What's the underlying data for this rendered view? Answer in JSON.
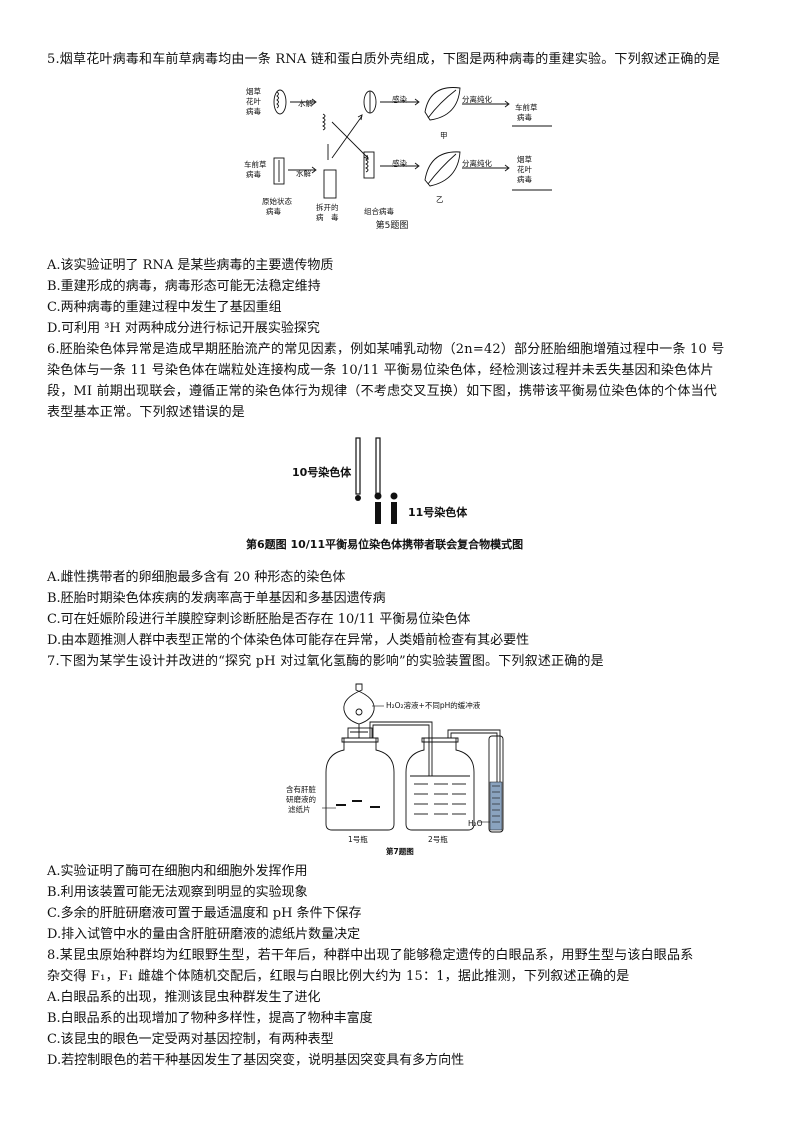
{
  "q5": {
    "stem": "5.烟草花叶病毒和车前草病毒均由一条 RNA 链和蛋白质外壳组成，下图是两种病毒的重建实验。下列叙述正确的是",
    "figure": {
      "tmv_label": [
        "烟草",
        "花叶",
        "病毒"
      ],
      "hrv_label": [
        "车前草",
        "病毒"
      ],
      "hydrolysis1": "水解",
      "hydrolysis2": "水解",
      "infect1": "感染",
      "infect2": "感染",
      "purify1": "分离纯化",
      "purify2": "分离纯化",
      "result1": [
        "车前草",
        "病毒"
      ],
      "result2": [
        "烟草",
        "花叶",
        "病毒"
      ],
      "jia": "甲",
      "yi": "乙",
      "original": [
        "原始状态",
        "病毒"
      ],
      "split": [
        "拆开的",
        "病　毒"
      ],
      "combined": "组合病毒",
      "caption": "第5题图"
    },
    "options": [
      "A.该实验证明了 RNA 是某些病毒的主要遗传物质",
      "B.重建形成的病毒，病毒形态可能无法稳定维持",
      "C.两种病毒的重建过程中发生了基因重组",
      "D.可利用 ³H 对两种成分进行标记开展实验探究"
    ]
  },
  "q6": {
    "stem_lines": [
      "6.胚胎染色体异常是造成早期胚胎流产的常见因素，例如某哺乳动物（2n=42）部分胚胎细胞增殖过程中一条 10 号",
      "染色体与一条 11 号染色体在端粒处连接构成一条 10/11 平衡易位染色体，经检测该过程并未丢失基因和染色体片",
      "段，MI 前期出现联会，遵循正常的染色体行为规律（不考虑交叉互换）如下图，携带该平衡易位染色体的个体当代",
      "表型基本正常。下列叙述错误的是"
    ],
    "figure": {
      "chr10": "10号染色体",
      "chr11": "11号染色体",
      "caption": "第6题图  10/11平衡易位染色体携带者联会复合物模式图"
    },
    "options": [
      "A.雌性携带者的卵细胞最多含有 20 种形态的染色体",
      "B.胚胎时期染色体疾病的发病率高于单基因和多基因遗传病",
      "C.可在妊娠阶段进行羊膜腔穿刺诊断胚胎是否存在 10/11 平衡易位染色体",
      "D.由本题推测人群中表型正常的个体染色体可能存在异常，人类婚前检查有其必要性"
    ]
  },
  "q7": {
    "stem": "7.下图为某学生设计并改进的“探究 pH 对过氧化氢酶的影响”的实验装置图。下列叙述正确的是",
    "figure": {
      "funnel_label": "H₂O₂溶液+不同pH的缓冲液",
      "paper_label": [
        "含有肝脏",
        "研磨液的",
        "滤纸片"
      ],
      "bottle1": "1号瓶",
      "bottle2": "2号瓶",
      "water": "H₂O",
      "caption": "第7题图"
    },
    "options": [
      "A.实验证明了酶可在细胞内和细胞外发挥作用",
      "B.利用该装置可能无法观察到明显的实验现象",
      "C.多余的肝脏研磨液可置于最适温度和 pH 条件下保存",
      "D.排入试管中水的量由含肝脏研磨液的滤纸片数量决定"
    ]
  },
  "q8": {
    "stem_lines": [
      "8.某昆虫原始种群均为红眼野生型，若干年后，种群中出现了能够稳定遗传的白眼品系，用野生型与该白眼品系",
      "杂交得 F₁，F₁ 雌雄个体随机交配后，红眼与白眼比例大约为 15：1，据此推测，下列叙述正确的是"
    ],
    "options": [
      "A.白眼品系的出现，推测该昆虫种群发生了进化",
      "B.白眼品系的出现增加了物种多样性，提高了物种丰富度",
      "C.该昆虫的眼色一定受两对基因控制，有两种表型",
      "D.若控制眼色的若干种基因发生了基因突变，说明基因突变具有多方向性"
    ]
  }
}
